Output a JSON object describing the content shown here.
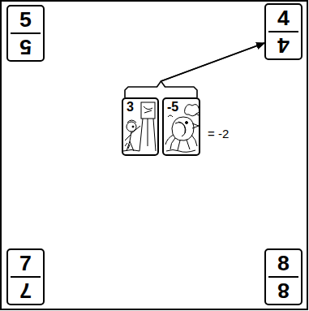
{
  "diagram": {
    "nodes": [
      {
        "text": [
          "5",
          "5"
        ]
      },
      {
        "text": [
          "4",
          "4"
        ]
      },
      {
        "text": [
          "3"
        ]
      },
      {
        "text": [
          "-5"
        ]
      },
      {
        "text": [
          "7",
          "7"
        ]
      },
      {
        "text": [
          "8",
          "8"
        ]
      }
    ],
    "edges": [
      {
        "from": 2,
        "to": 1,
        "arrow": "to"
      },
      {
        "from": 3,
        "to": 1,
        "arrow": "to"
      }
    ],
    "labels": [
      "= -2"
    ]
  }
}
